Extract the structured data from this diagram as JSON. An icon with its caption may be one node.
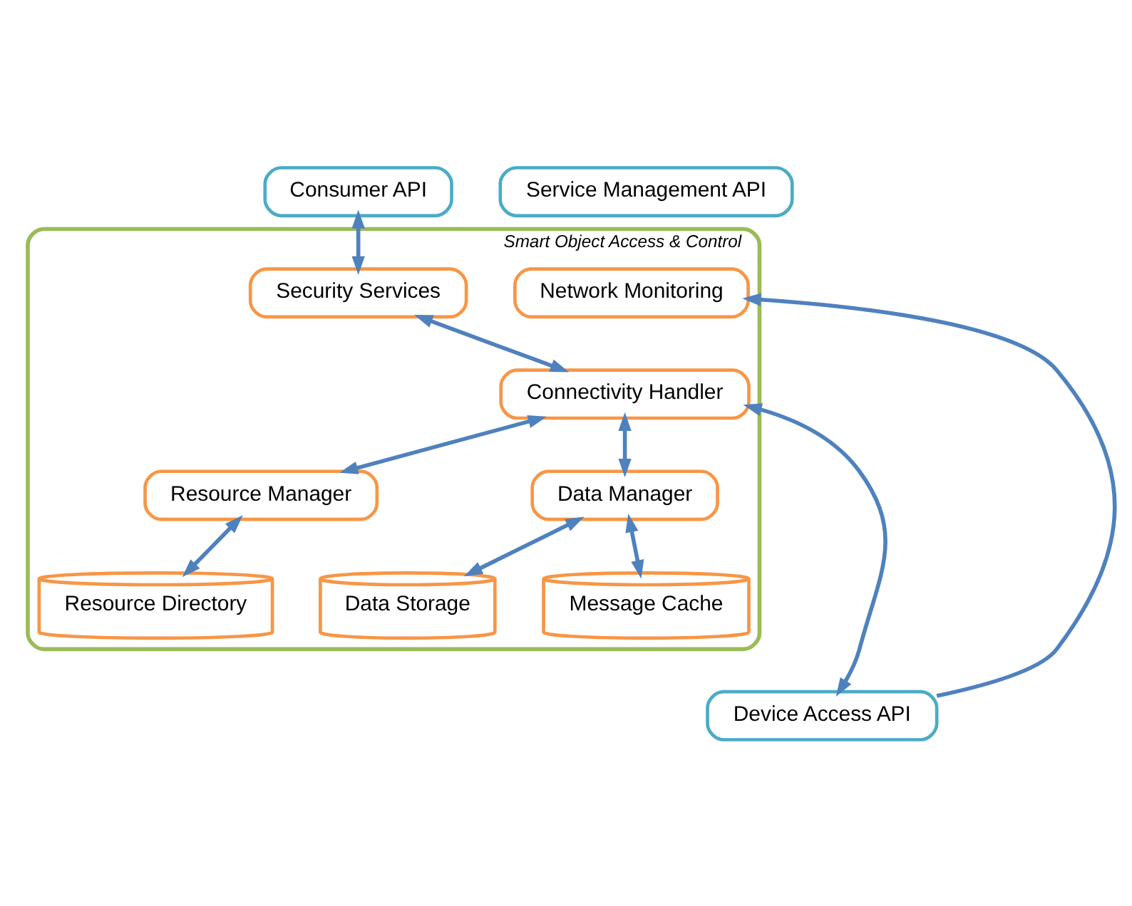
{
  "diagram": {
    "nodes": [
      {
        "text": [
          "Smart Object Access & Control"
        ]
      },
      {
        "text": [
          "Consumer API"
        ]
      },
      {
        "text": [
          "Resource Manager"
        ],
        "in": 0
      },
      {
        "text": [
          "Security Services"
        ],
        "in": 0
      },
      {
        "text": [
          "Resource Directory"
        ],
        "in": 0
      },
      {
        "text": [
          "Connectivity Handler"
        ],
        "in": 0
      },
      {
        "text": [
          "Data Manager"
        ],
        "in": 0
      },
      {
        "text": [
          "Network Monitoring"
        ],
        "in": 0
      },
      {
        "text": [
          "Message Cache"
        ],
        "in": 0
      },
      {
        "text": [
          "Data Storage"
        ],
        "in": 0
      },
      {
        "text": [
          "Device Access API"
        ]
      },
      {
        "text": [
          "Service Management API"
        ]
      }
    ],
    "edges": [
      {
        "from": 1,
        "to": 3,
        "arrow": "both"
      },
      {
        "from": 3,
        "to": 5,
        "arrow": "both"
      },
      {
        "from": 2,
        "to": 4,
        "arrow": "both"
      },
      {
        "from": 5,
        "to": 2,
        "arrow": "both"
      },
      {
        "from": 5,
        "to": 6,
        "arrow": "both"
      },
      {
        "from": 6,
        "to": 8,
        "arrow": "both"
      },
      {
        "from": 6,
        "to": 9,
        "arrow": "both"
      },
      {
        "from": 10,
        "to": 5,
        "arrow": "both"
      },
      {
        "from": 10,
        "to": 7,
        "arrow": "to"
      }
    ]
  }
}
